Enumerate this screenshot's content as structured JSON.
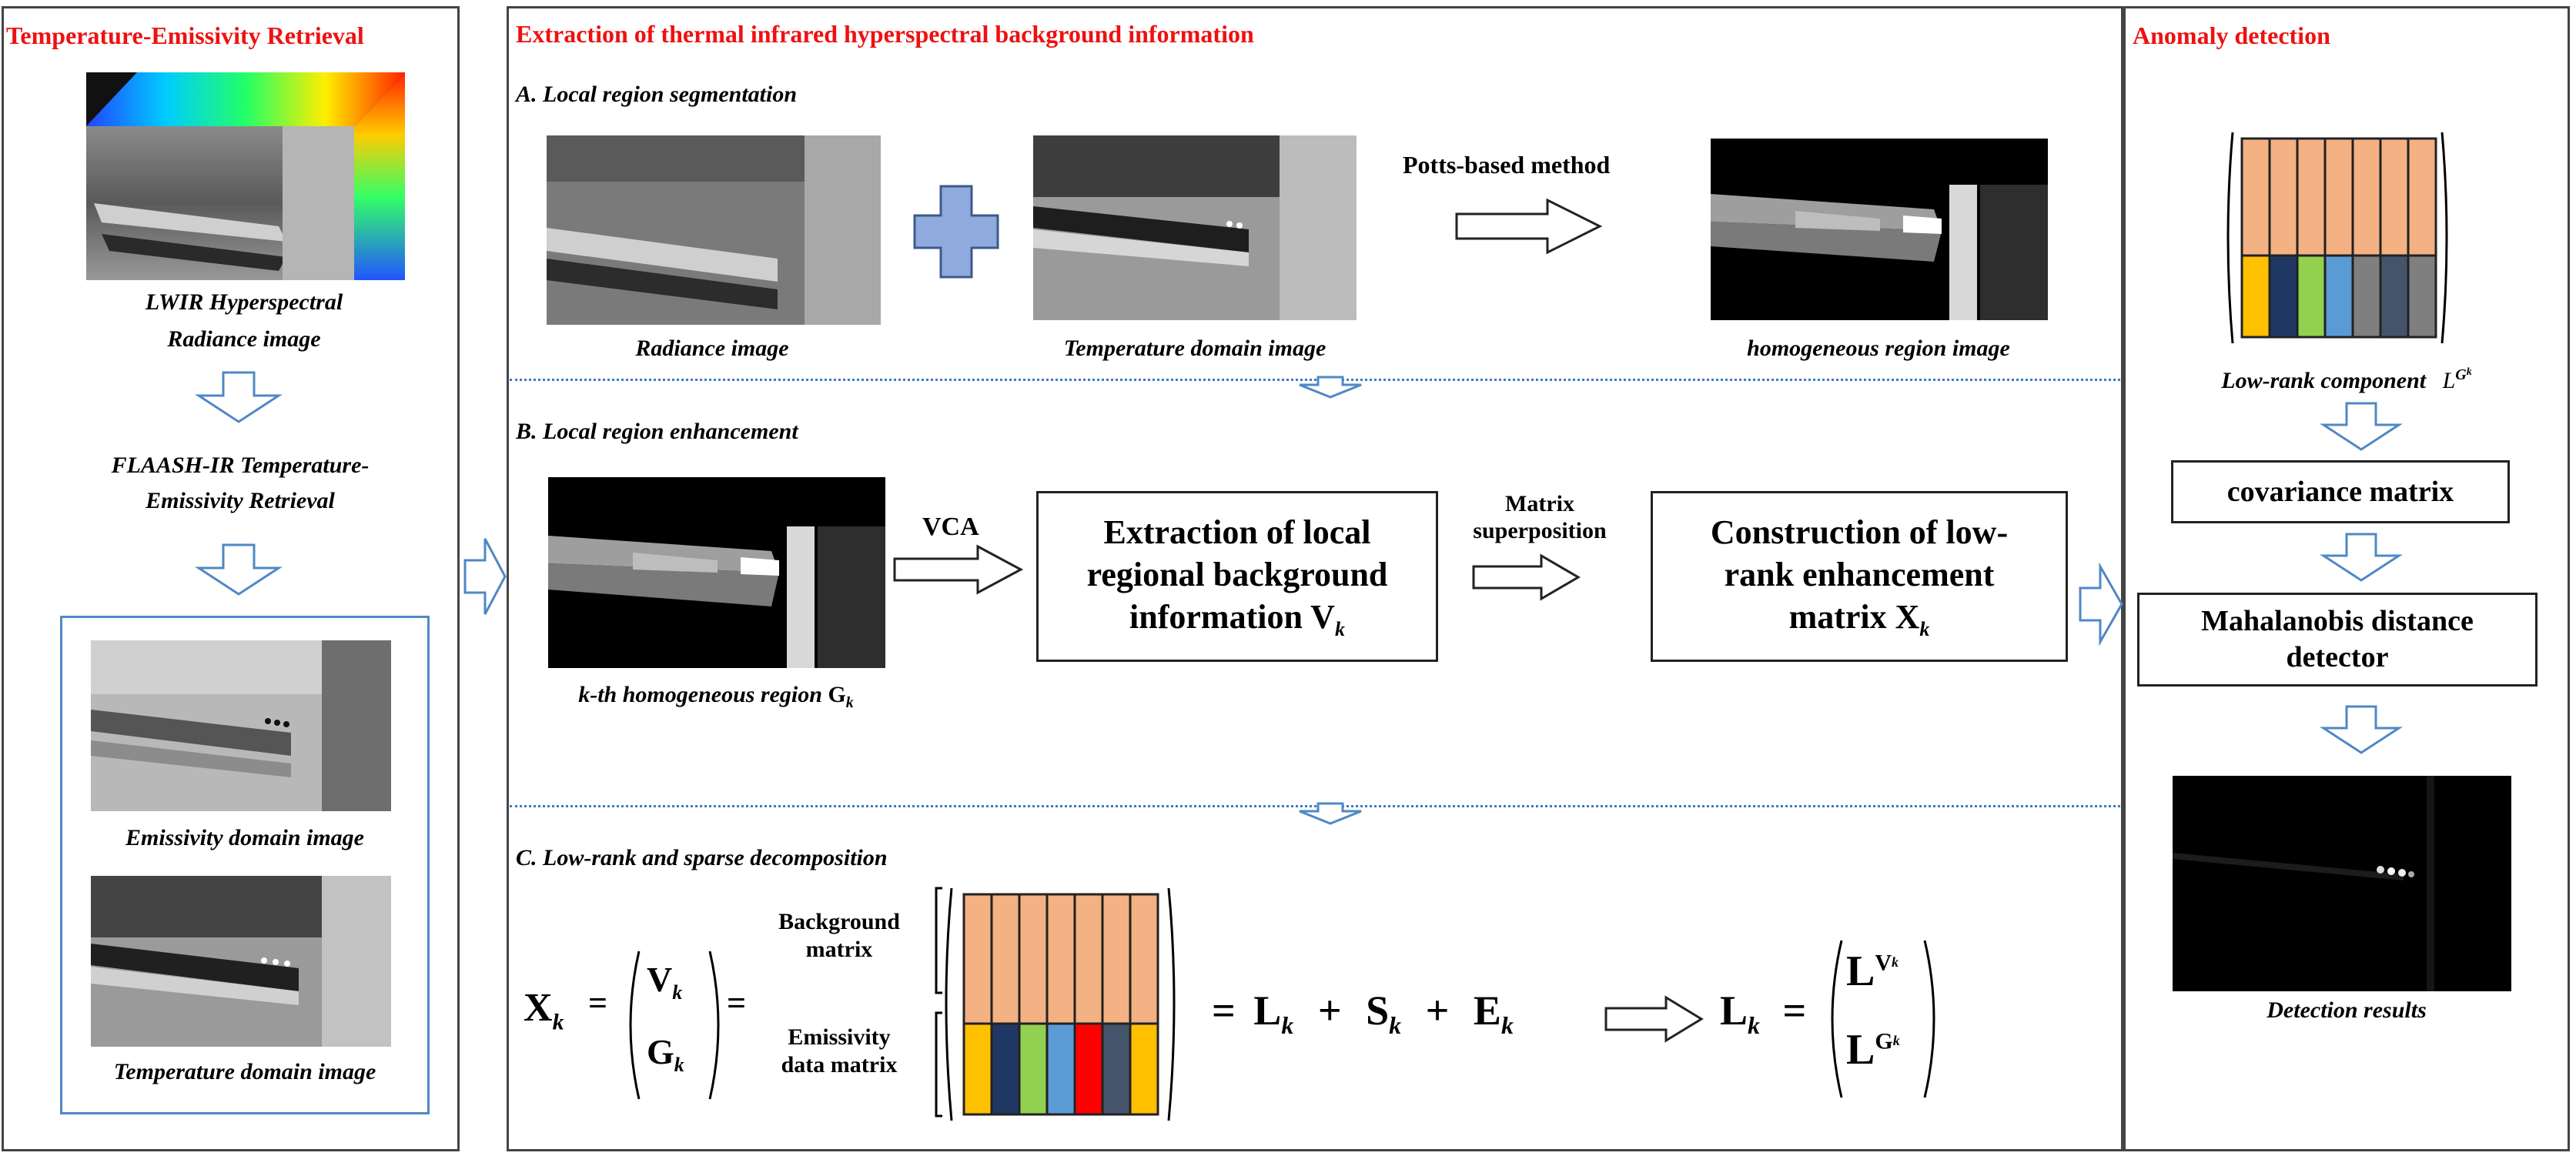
{
  "panels": {
    "left": {
      "title": "Temperature-Emissivity Retrieval",
      "cube_caption_1": "LWIR Hyperspectral",
      "cube_caption_2": "Radiance image",
      "step_1": "FLAASH-IR Temperature-",
      "step_2": "Emissivity Retrieval",
      "emissivity_caption": "Emissivity domain image",
      "temperature_caption": "Temperature domain image"
    },
    "middle": {
      "title": "Extraction of thermal infrared hyperspectral background information",
      "section_a": {
        "title": "A. Local region segmentation",
        "radiance_caption": "Radiance image",
        "temperature_caption": "Temperature domain image",
        "method_label": "Potts-based method",
        "homogeneous_caption": "homogeneous region image"
      },
      "section_b": {
        "title": "B. Local region enhancement",
        "region_label": "k",
        "region_caption": "k-th homogeneous region",
        "region_symbol": "G",
        "region_sub": "k",
        "vca_label": "VCA",
        "extract_1": "Extraction of local",
        "extract_2": "regional background",
        "extract_3": "information",
        "extract_symbol": "V",
        "extract_sub": "k",
        "matrix_label_1": "Matrix",
        "matrix_label_2": "superposition",
        "construct_1": "Construction of low-",
        "construct_2": "rank enhancement",
        "construct_3": "matrix",
        "construct_symbol": "X",
        "construct_sub": "k"
      },
      "section_c": {
        "title": "C. Low-rank and sparse decomposition",
        "x_symbol": "X",
        "sub_k": "k",
        "equals": "=",
        "v_symbol": "V",
        "g_symbol": "G",
        "background_label_1": "Background",
        "background_label_2": "matrix",
        "emissivity_label_1": "Emissivity",
        "emissivity_label_2": "data matrix",
        "l_symbol": "L",
        "s_symbol": "S",
        "e_symbol": "E",
        "plus": "+"
      }
    },
    "right": {
      "title": "Anomaly detection",
      "lowrank_caption": "Low-rank component",
      "lowrank_symbol": "L",
      "lowrank_sup": "G",
      "lowrank_sup_sub": "k",
      "covariance": "covariance matrix",
      "mahalanobis_1": "Mahalanobis distance",
      "mahalanobis_2": "detector",
      "detection_caption": "Detection results"
    }
  },
  "colors": {
    "title_red": "#ee1111",
    "arrow_blue": "#4f88c6",
    "matrix_peach": "#f4b183",
    "cell_yellow": "#ffc000",
    "cell_navy": "#203864",
    "cell_green": "#92d050",
    "cell_blue": "#5b9bd5",
    "cell_red": "#ff0000",
    "cell_slate": "#44546a",
    "cell_gray": "#7f7f7f",
    "plus_fill": "#8faadc"
  }
}
